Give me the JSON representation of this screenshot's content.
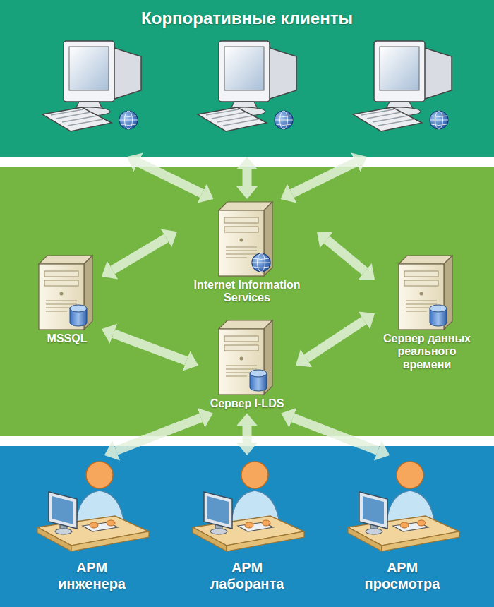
{
  "diagram": {
    "nodes": [
      {
        "text": [
          "Корпоративные клиенты"
        ]
      },
      {
        "text": [
          "Internet Information Services"
        ]
      },
      {
        "text": [
          "MSSQL"
        ]
      },
      {
        "text": [
          "Сервер данных реального времени"
        ]
      },
      {
        "text": [
          "Сервер I-LDS"
        ]
      },
      {
        "text": [
          "АРМ инженера"
        ]
      },
      {
        "text": [
          "АРМ лаборанта"
        ]
      },
      {
        "text": [
          "АРМ просмотра"
        ]
      }
    ],
    "edges": [
      {
        "from": 0,
        "to": 1,
        "arrow": "both"
      },
      {
        "from": 0,
        "to": 1,
        "arrow": "both"
      },
      {
        "from": 0,
        "to": 1,
        "arrow": "both"
      },
      {
        "from": 2,
        "to": 1,
        "arrow": "both"
      },
      {
        "from": 1,
        "to": 3,
        "arrow": "both"
      },
      {
        "from": 2,
        "to": 4,
        "arrow": "both"
      },
      {
        "from": 4,
        "to": 3,
        "arrow": "both"
      },
      {
        "from": 4,
        "to": 5,
        "arrow": "both"
      },
      {
        "from": 4,
        "to": 6,
        "arrow": "both"
      },
      {
        "from": 4,
        "to": 7,
        "arrow": "both"
      }
    ]
  }
}
